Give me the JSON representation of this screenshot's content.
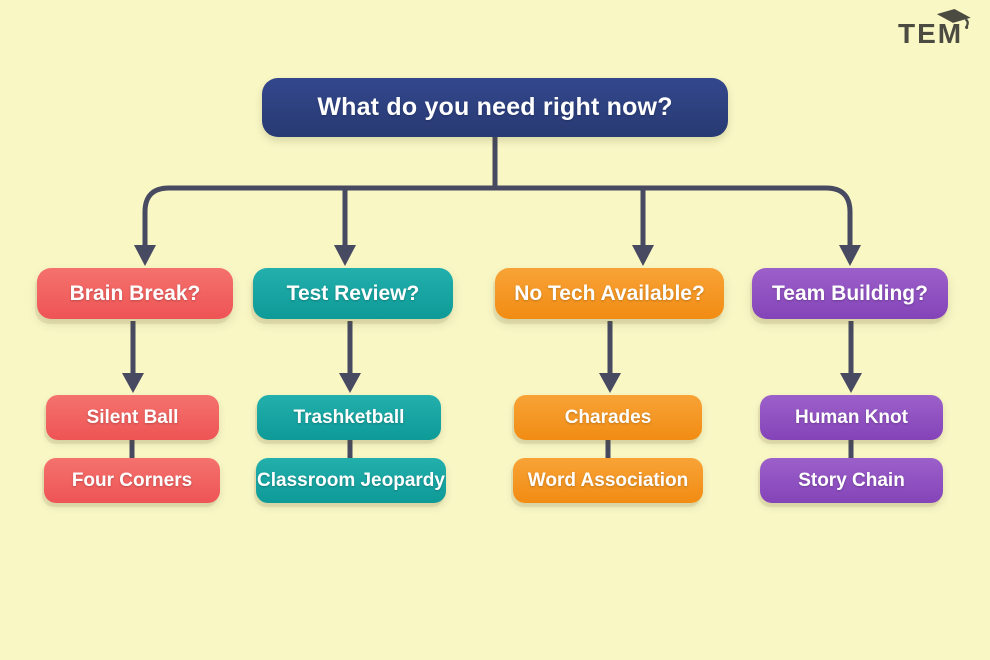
{
  "logo": {
    "text": "TEM",
    "icon": "graduation-cap-icon",
    "color": "#4b4b41"
  },
  "palette": {
    "background": "#f9f7c4",
    "connector": "#474a60",
    "root_navy": "#2b3e7c",
    "brain_break_red": "#f15e5e",
    "test_review_teal": "#14a3a1",
    "no_tech_orange": "#f79421",
    "team_building_purple": "#8d4fc1",
    "text": "#ffffff"
  },
  "root": {
    "label": "What do you need right now?"
  },
  "branches": [
    {
      "label": "Brain Break?",
      "color": "#f15e5e",
      "children": [
        {
          "label": "Silent Ball"
        },
        {
          "label": "Four Corners"
        }
      ]
    },
    {
      "label": "Test Review?",
      "color": "#14a3a1",
      "children": [
        {
          "label": "Trashketball"
        },
        {
          "label": "Classroom Jeopardy"
        }
      ]
    },
    {
      "label": "No Tech Available?",
      "color": "#f79421",
      "children": [
        {
          "label": "Charades"
        },
        {
          "label": "Word Association"
        }
      ]
    },
    {
      "label": "Team Building?",
      "color": "#8d4fc1",
      "children": [
        {
          "label": "Human Knot"
        },
        {
          "label": "Story Chain"
        }
      ]
    }
  ]
}
